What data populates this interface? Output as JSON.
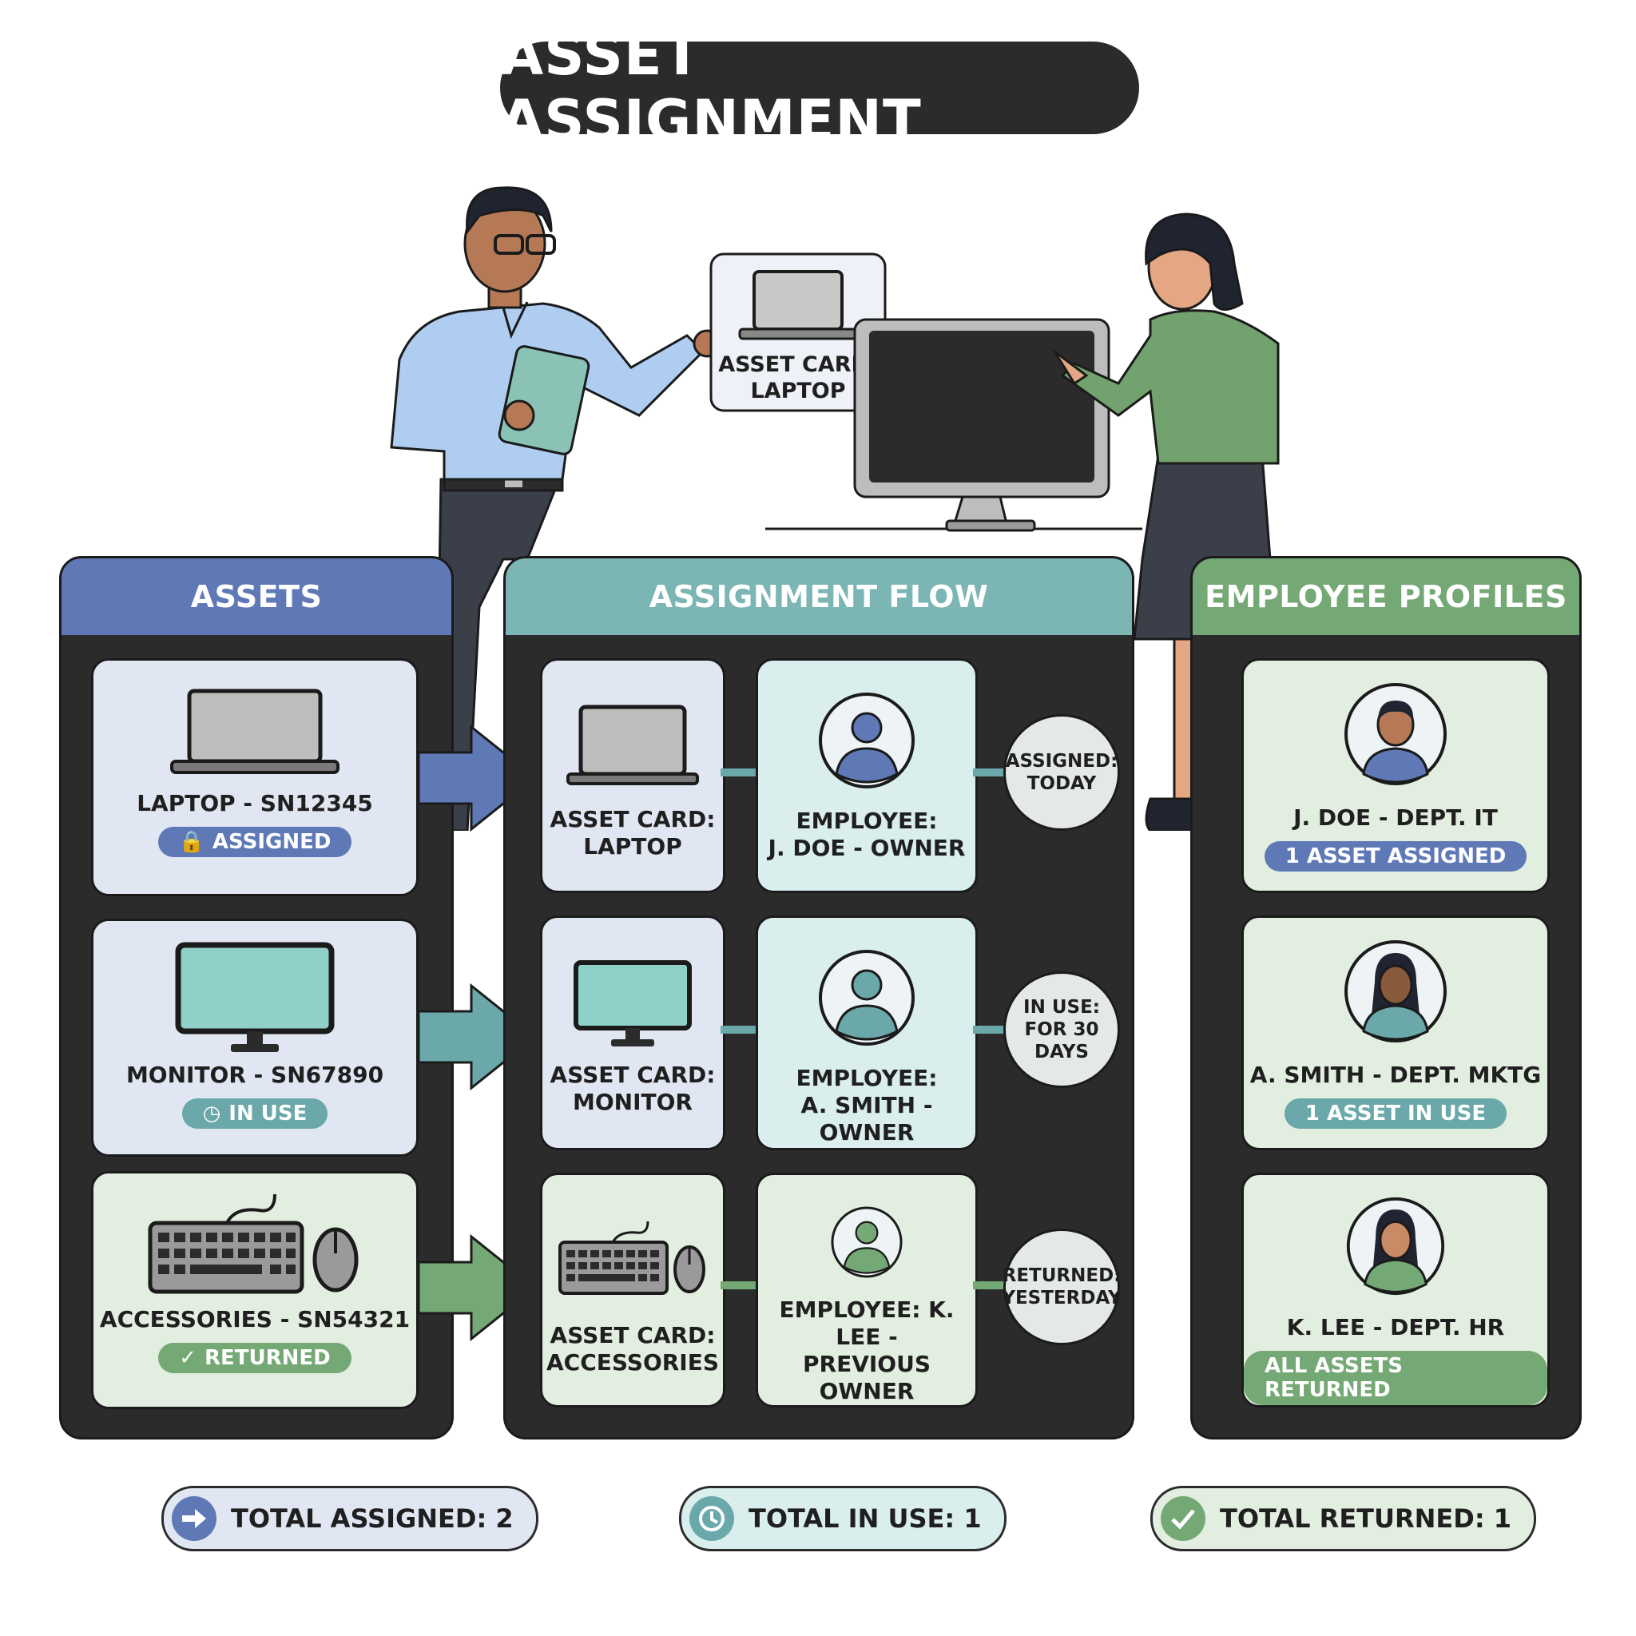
{
  "title": "ASSET ASSIGNMENT",
  "illustration": {
    "card_line1": "ASSET CARD:",
    "card_line2": "LAPTOP"
  },
  "colors": {
    "blue": "#5f79b6",
    "teal": "#6aa8a9",
    "green": "#74a874",
    "dark": "#2b2b2b"
  },
  "assets": {
    "header": "ASSETS",
    "items": [
      {
        "label": "LAPTOP - SN12345",
        "status": "ASSIGNED",
        "icon": "laptop-icon",
        "status_icon": "lock-icon"
      },
      {
        "label": "MONITOR - SN67890",
        "status": "IN USE",
        "icon": "monitor-icon",
        "status_icon": "clock-icon"
      },
      {
        "label": "ACCESSORIES - SN54321",
        "status": "RETURNED",
        "icon": "keyboard-mouse-icon",
        "status_icon": "check-icon"
      }
    ]
  },
  "flow": {
    "header": "ASSIGNMENT FLOW",
    "rows": [
      {
        "card_line1": "ASSET CARD:",
        "card_line2": "LAPTOP",
        "emp_line1": "EMPLOYEE:",
        "emp_line2": "J. DOE - OWNER",
        "status_line1": "ASSIGNED:",
        "status_line2": "TODAY",
        "status_line3": ""
      },
      {
        "card_line1": "ASSET CARD:",
        "card_line2": "MONITOR",
        "emp_line1": "EMPLOYEE:",
        "emp_line2": "A. SMITH - OWNER",
        "status_line1": "IN USE:",
        "status_line2": "FOR 30",
        "status_line3": "DAYS"
      },
      {
        "card_line1": "ASSET CARD:",
        "card_line2": "ACCESSORIES",
        "emp_line1": "EMPLOYEE: K. LEE -",
        "emp_line2": "PREVIOUS OWNER",
        "status_line1": "RETURNED:",
        "status_line2": "YESTERDAY",
        "status_line3": ""
      }
    ]
  },
  "profiles": {
    "header": "EMPLOYEE PROFILES",
    "items": [
      {
        "name": "J. DOE - DEPT. IT",
        "badge": "1 ASSET ASSIGNED"
      },
      {
        "name": "A. SMITH - DEPT. MKTG",
        "badge": "1 ASSET IN USE"
      },
      {
        "name": "K. LEE - DEPT. HR",
        "badge": "ALL ASSETS RETURNED"
      }
    ]
  },
  "totals": [
    {
      "label": "TOTAL ASSIGNED: 2",
      "icon": "arrow-right-icon"
    },
    {
      "label": "TOTAL IN USE: 1",
      "icon": "clock-icon"
    },
    {
      "label": "TOTAL RETURNED: 1",
      "icon": "check-icon"
    }
  ]
}
